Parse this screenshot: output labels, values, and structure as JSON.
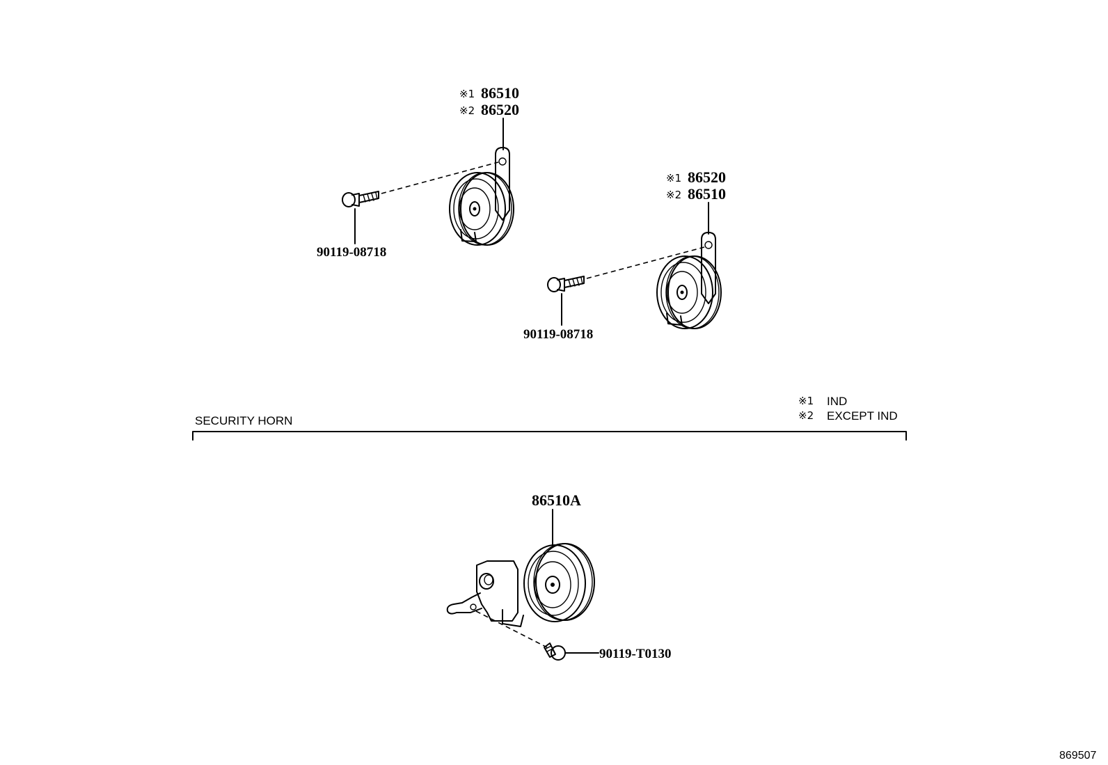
{
  "horn1": {
    "callout_line1": {
      "mark": "※1",
      "part": "86510"
    },
    "callout_line2": {
      "mark": "※2",
      "part": "86520"
    },
    "bolt_part": "90119-08718"
  },
  "horn2": {
    "callout_line1": {
      "mark": "※1",
      "part": "86520"
    },
    "callout_line2": {
      "mark": "※2",
      "part": "86510"
    },
    "bolt_part": "90119-08718"
  },
  "legend": {
    "note1_mark": "※1",
    "note1_text": "IND",
    "note2_mark": "※2",
    "note2_text": "EXCEPT IND"
  },
  "security_section": {
    "title": "SECURITY HORN",
    "horn_part": "86510A",
    "screw_part": "90119-T0130"
  },
  "diagram_code": "869507"
}
